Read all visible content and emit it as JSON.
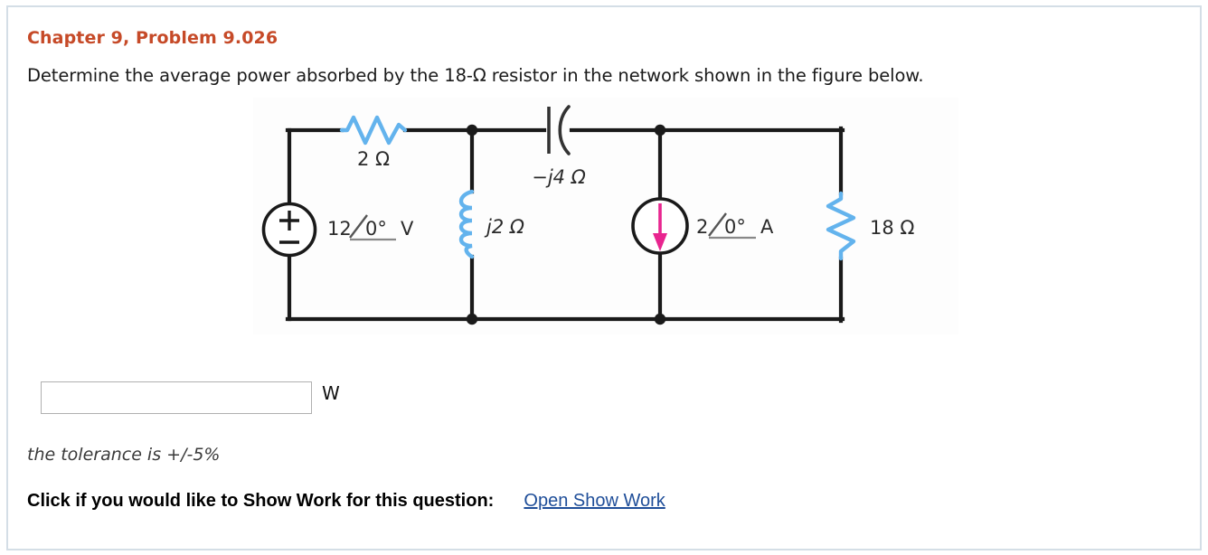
{
  "header": {
    "chapter_title": "Chapter 9, Problem 9.026",
    "question": "Determine the average power absorbed by the 18-Ω resistor in the network shown in the figure below."
  },
  "figure": {
    "caption": "circuit-diagram",
    "components": {
      "series_resistor": {
        "label": "2 Ω",
        "name": "resistor-2-ohm",
        "color": "#63b3ed"
      },
      "voltage_source": {
        "value": "12",
        "angle": "0°",
        "unit": "V",
        "label": "12/0° V",
        "polarity_top": "+",
        "polarity_bottom": "−",
        "name": "voltage-source-12v"
      },
      "inductor": {
        "label": "j2 Ω",
        "name": "inductor-j2-ohm",
        "color": "#63b3ed"
      },
      "capacitor": {
        "label": "−j4 Ω",
        "name": "capacitor-minus-j4-ohm",
        "color": "#333333"
      },
      "current_source": {
        "value": "2",
        "angle": "0°",
        "unit": "A",
        "label": "2/0° A",
        "arrow_direction": "down",
        "arrow_color": "#e8258f",
        "name": "current-source-2a"
      },
      "load_resistor": {
        "label": "18 Ω",
        "name": "resistor-18-ohm",
        "color": "#63b3ed"
      }
    },
    "wire_color": "#1a1a1a"
  },
  "answer": {
    "input_value": "",
    "input_placeholder": "",
    "unit": "W",
    "tolerance": "the tolerance is +/-5%"
  },
  "show_work": {
    "label": "Click if you would like to Show Work for this question:",
    "link": "Open Show Work",
    "link_color": "#1f4e99"
  }
}
